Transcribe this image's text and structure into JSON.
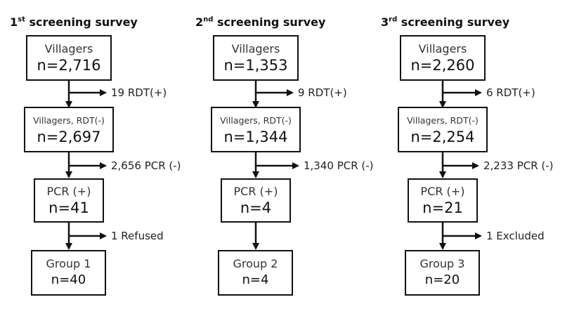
{
  "surveys": [
    {
      "title_main": "1",
      "title_sup": "st",
      "title_rest": " screening survey",
      "nodes": [
        {
          "label": "Villagers",
          "count": "n=2,716"
        },
        {
          "label": "Villagers, RDT(-)",
          "count": "n=2,697"
        },
        {
          "label": "PCR (+)",
          "count": "n=41"
        },
        {
          "label": "Group 1",
          "count": "n=40"
        }
      ],
      "exclusions": [
        "19 RDT(+)",
        "2,656 PCR (-)",
        "1 Refused"
      ]
    },
    {
      "title_main": "2",
      "title_sup": "nd",
      "title_rest": " screening survey",
      "nodes": [
        {
          "label": "Villagers",
          "count": "n=1,353"
        },
        {
          "label": "Villagers, RDT(-)",
          "count": "n=1,344"
        },
        {
          "label": "PCR (+)",
          "count": "n=4"
        },
        {
          "label": "Group 2",
          "count": "n=4"
        }
      ],
      "exclusions": [
        "9 RDT(+)",
        "1,340 PCR (-)"
      ]
    },
    {
      "title_main": "3",
      "title_sup": "rd",
      "title_rest": " screening survey",
      "nodes": [
        {
          "label": "Villagers",
          "count": "n=2,260"
        },
        {
          "label": "Villagers, RDT(-)",
          "count": "n=2,254"
        },
        {
          "label": "PCR (+)",
          "count": "n=21"
        },
        {
          "label": "Group 3",
          "count": "n=20"
        }
      ],
      "exclusions": [
        "6 RDT(+)",
        "2,233 PCR (-)",
        "1 Excluded"
      ]
    }
  ]
}
